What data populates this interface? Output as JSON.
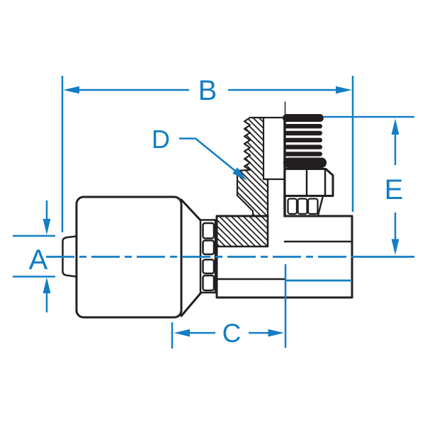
{
  "drawing": {
    "title": "90 degree male elbow hose fitting cross-section drawing",
    "accent_color": "#137DC5",
    "line_color": "#231F20",
    "background_color": "#FFFFFF",
    "labels": {
      "a": "A",
      "b": "B",
      "c": "C",
      "d": "D",
      "e": "E"
    }
  }
}
